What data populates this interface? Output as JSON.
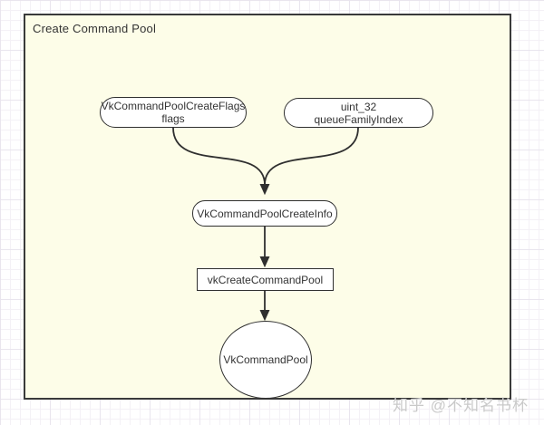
{
  "diagram": {
    "title": "Create Command Pool",
    "nodes": {
      "flags": {
        "line1": "VkCommandPoolCreateFlags",
        "line2": "flags",
        "shape": "rounded"
      },
      "queue_family_index": {
        "line1": "uint_32",
        "line2": "queueFamilyIndex",
        "shape": "rounded"
      },
      "create_info": {
        "label": "VkCommandPoolCreateInfo",
        "shape": "rounded"
      },
      "create_fn": {
        "label": "vkCreateCommandPool",
        "shape": "rectangle"
      },
      "command_pool": {
        "label": "VkCommandPool",
        "shape": "ellipse"
      }
    },
    "edges": [
      {
        "from": "flags",
        "to": "create_info"
      },
      {
        "from": "queue_family_index",
        "to": "create_info"
      },
      {
        "from": "create_info",
        "to": "create_fn"
      },
      {
        "from": "create_fn",
        "to": "command_pool"
      }
    ]
  },
  "watermark": {
    "text": "知乎 @不知名书杯"
  },
  "colors": {
    "container_fill": "#fdfde8",
    "container_border": "#3a3a3a",
    "node_fill": "#ffffff",
    "node_border": "#2f2f2f",
    "edge": "#2f2f2f",
    "text": "#333333",
    "watermark": "#c9c9c9",
    "grid_minor": "#f4f1f6",
    "grid_major": "#e9e5ee"
  }
}
